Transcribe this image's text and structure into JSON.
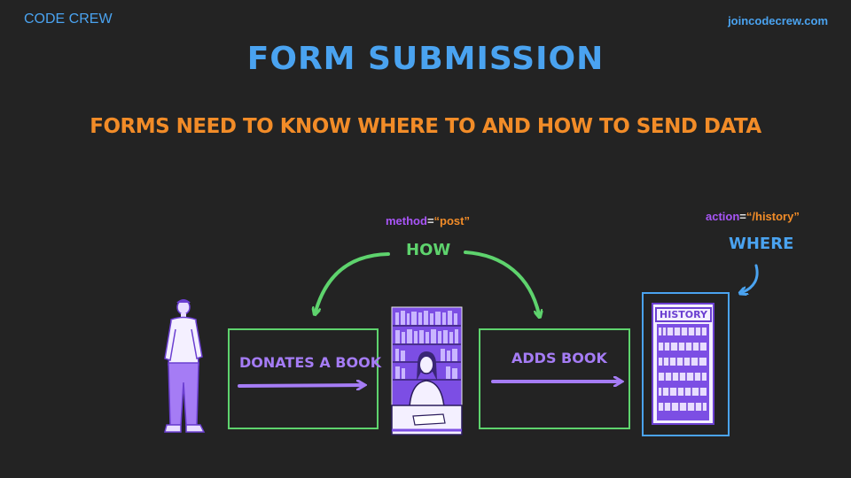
{
  "header": {
    "brand": "CODE CREW",
    "website": "joincodecrew.com"
  },
  "slide": {
    "title": "FORM SUBMISSION",
    "subtitle": "FORMS NEED TO KNOW WHERE TO AND HOW TO SEND DATA"
  },
  "method_attribute": {
    "name": "method",
    "equals": "=",
    "value": "“post”"
  },
  "action_attribute": {
    "name": "action",
    "equals": "=",
    "value": "“/history”"
  },
  "labels": {
    "how": "HOW",
    "where": "WHERE"
  },
  "steps": [
    {
      "label": "DONATES A BOOK"
    },
    {
      "label": "ADDS BOOK"
    }
  ],
  "destination": {
    "sign": "HISTORY"
  },
  "colors": {
    "background": "#232323",
    "blue": "#4aa3f0",
    "orange": "#f28c28",
    "green": "#5ed36d",
    "purple": "#a57cf5",
    "attribute_name": "#a855f7"
  }
}
